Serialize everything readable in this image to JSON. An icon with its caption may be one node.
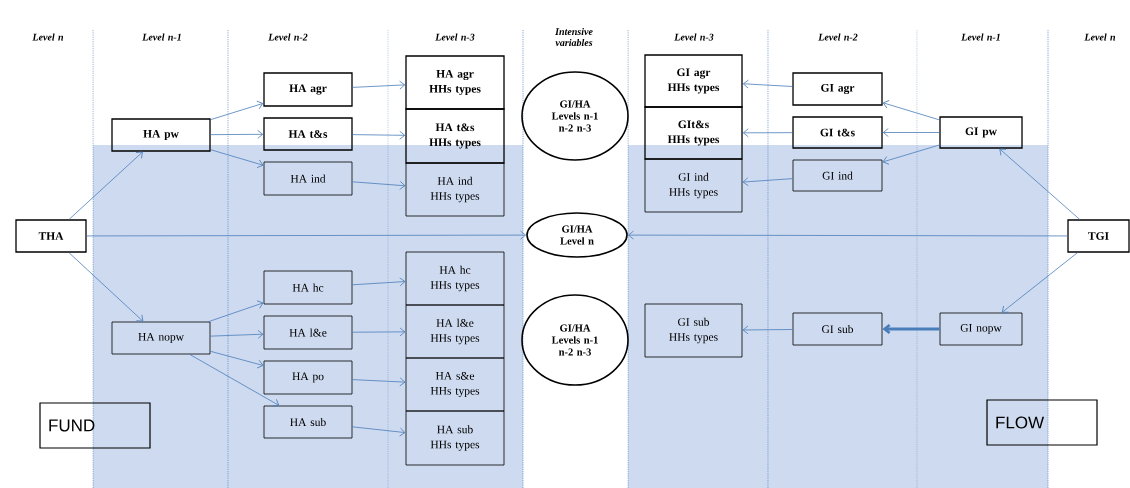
{
  "diagram": {
    "nodes": [
      {
        "text": [
          "THA"
        ]
      },
      {
        "text": [
          "HA pw"
        ]
      },
      {
        "text": [
          "HA nopw"
        ]
      },
      {
        "text": [
          "HA agr"
        ]
      },
      {
        "text": [
          "HA t&s"
        ]
      },
      {
        "text": [
          "HA ind"
        ]
      },
      {
        "text": [
          "HA hc"
        ]
      },
      {
        "text": [
          "HA l&e"
        ]
      },
      {
        "text": [
          "HA po"
        ]
      },
      {
        "text": [
          "HA sub"
        ]
      },
      {
        "text": [
          "HA agr HHs types"
        ]
      },
      {
        "text": [
          "HA t&s HHs types"
        ]
      },
      {
        "text": [
          "HA ind HHs types"
        ]
      },
      {
        "text": [
          "HA hc HHs types"
        ]
      },
      {
        "text": [
          "HA l&e HHs types"
        ]
      },
      {
        "text": [
          "HA s&e HHs types"
        ]
      },
      {
        "text": [
          "HA sub HHs types"
        ]
      },
      {
        "text": [
          "GI/HA Levels n-1 n-2 n-3"
        ]
      },
      {
        "text": [
          "GI/HA Level n"
        ]
      },
      {
        "text": [
          "GI/HA Levels n-1 n-2 n-3"
        ]
      },
      {
        "text": [
          "GI agr HHs types"
        ]
      },
      {
        "text": [
          "GIt&s HHs types"
        ]
      },
      {
        "text": [
          "GI ind HHs types"
        ]
      },
      {
        "text": [
          "GI sub HHs types"
        ]
      },
      {
        "text": [
          "GI agr"
        ]
      },
      {
        "text": [
          "GI t&s"
        ]
      },
      {
        "text": [
          "GI ind"
        ]
      },
      {
        "text": [
          "GI sub"
        ]
      },
      {
        "text": [
          "GI pw"
        ]
      },
      {
        "text": [
          "GI nopw"
        ]
      },
      {
        "text": [
          "TGI"
        ]
      },
      {
        "text": [
          "FUND"
        ]
      },
      {
        "text": [
          "FLOW"
        ]
      }
    ],
    "edges": [
      {
        "from": 0,
        "to": 1,
        "arrow": "to"
      },
      {
        "from": 0,
        "to": 2,
        "arrow": "to"
      },
      {
        "from": 0,
        "to": 18,
        "arrow": "to"
      },
      {
        "from": 1,
        "to": 3,
        "arrow": "to"
      },
      {
        "from": 1,
        "to": 4,
        "arrow": "to"
      },
      {
        "from": 1,
        "to": 5,
        "arrow": "to"
      },
      {
        "from": 2,
        "to": 6,
        "arrow": "to"
      },
      {
        "from": 2,
        "to": 7,
        "arrow": "to"
      },
      {
        "from": 2,
        "to": 8,
        "arrow": "to"
      },
      {
        "from": 2,
        "to": 9,
        "arrow": "to"
      },
      {
        "from": 3,
        "to": 10,
        "arrow": "to"
      },
      {
        "from": 4,
        "to": 11,
        "arrow": "to"
      },
      {
        "from": 5,
        "to": 12,
        "arrow": "to"
      },
      {
        "from": 6,
        "to": 13,
        "arrow": "to"
      },
      {
        "from": 7,
        "to": 14,
        "arrow": "to"
      },
      {
        "from": 8,
        "to": 15,
        "arrow": "to"
      },
      {
        "from": 9,
        "to": 16,
        "arrow": "to"
      },
      {
        "from": 30,
        "to": 18,
        "arrow": "to"
      },
      {
        "from": 30,
        "to": 28,
        "arrow": "to"
      },
      {
        "from": 30,
        "to": 29,
        "arrow": "to"
      },
      {
        "from": 28,
        "to": 24,
        "arrow": "to"
      },
      {
        "from": 28,
        "to": 25,
        "arrow": "to"
      },
      {
        "from": 28,
        "to": 26,
        "arrow": "to"
      },
      {
        "from": 24,
        "to": 20,
        "arrow": "to"
      },
      {
        "from": 25,
        "to": 21,
        "arrow": "to"
      },
      {
        "from": 26,
        "to": 22,
        "arrow": "to"
      },
      {
        "from": 29,
        "to": 27,
        "arrow": "to",
        "style": "thick"
      },
      {
        "from": 27,
        "to": 23,
        "arrow": "to"
      }
    ],
    "labels": [
      "Level n",
      "Level n-1",
      "Level n-2",
      "Level n-3",
      "Intensive variables",
      "Level n-3",
      "Level n-2",
      "Level n-1",
      "Level n"
    ]
  }
}
